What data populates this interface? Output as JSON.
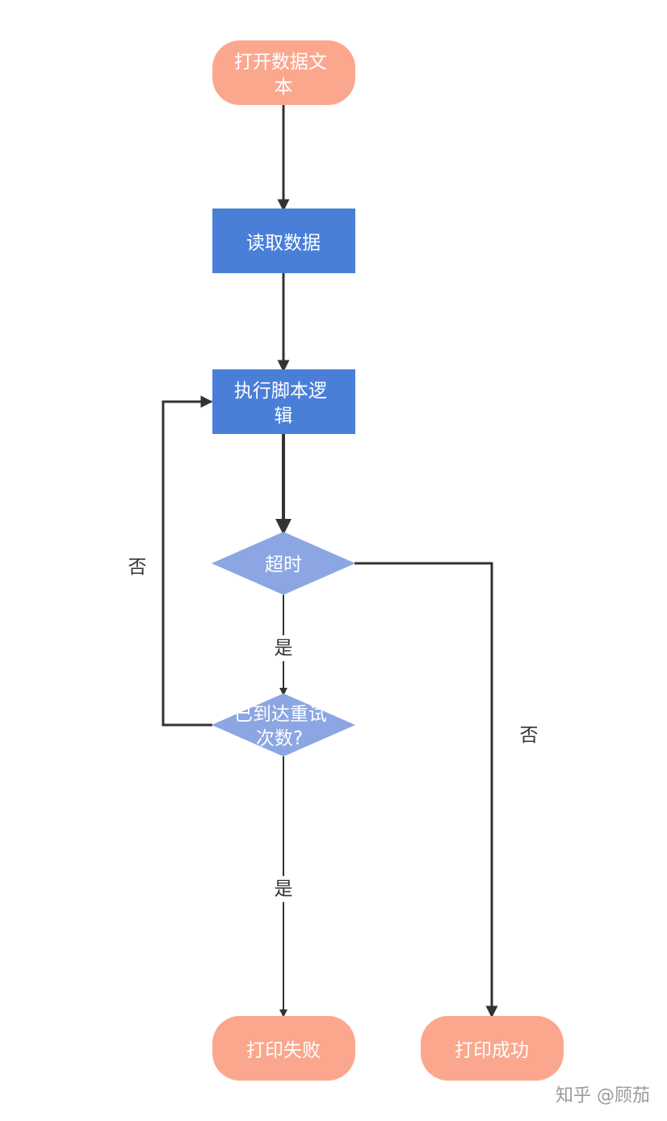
{
  "colors": {
    "terminal": "#fba78d",
    "process": "#4a7fd8",
    "decision": "#8ba6e3",
    "edge": "#333333",
    "node_text": "#ffffff",
    "label_text": "#333333",
    "watermark": "#9a9a9a"
  },
  "nodes": {
    "open_data_text": {
      "lines": [
        "打开数据文",
        "本"
      ]
    },
    "read_data": {
      "lines": [
        "读取数据"
      ]
    },
    "execute_script": {
      "lines": [
        "执行脚本逻",
        "辑"
      ]
    },
    "timeout": {
      "lines": [
        "超时"
      ]
    },
    "retry_limit": {
      "lines": [
        "已到达重试",
        "次数?"
      ]
    },
    "print_fail": {
      "lines": [
        "打印失败"
      ]
    },
    "print_success": {
      "lines": [
        "打印成功"
      ]
    }
  },
  "edges": {
    "timeout_yes": "是",
    "retry_no": "否",
    "timeout_no": "否",
    "retry_yes": "是"
  },
  "watermark": "知乎 @顾茄"
}
